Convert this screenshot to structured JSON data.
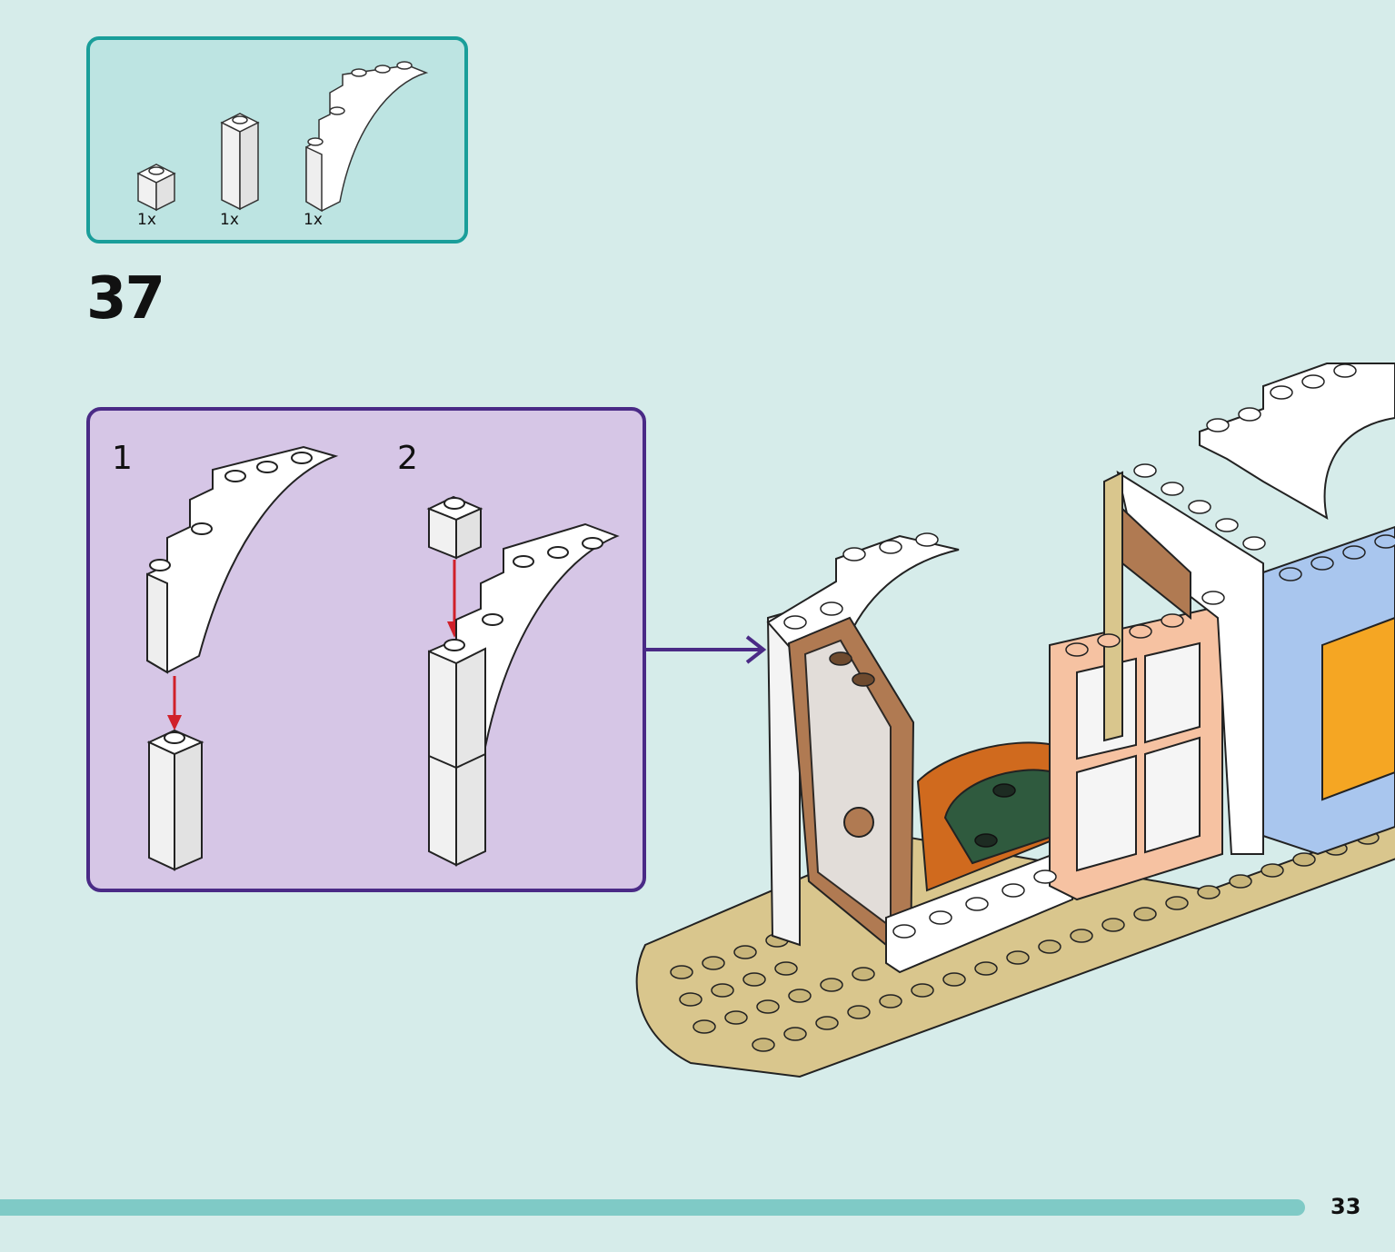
{
  "parts_list": {
    "items": [
      {
        "name": "white 1x1 brick",
        "quantity": "1x"
      },
      {
        "name": "white 1x1x3 brick",
        "quantity": "1x"
      },
      {
        "name": "white arch piece",
        "quantity": "1x"
      }
    ]
  },
  "step": {
    "number": "37"
  },
  "sub_steps": [
    {
      "number": "1"
    },
    {
      "number": "2"
    }
  ],
  "footer": {
    "page_number": "33"
  },
  "colors": {
    "background": "#d6ecea",
    "parts_border": "#1a9e9a",
    "parts_fill": "#bde4e2",
    "substep_border": "#4a2a86",
    "substep_fill": "#d6c6e6",
    "progress": "#7fcac6",
    "arrow_red": "#d0202a"
  }
}
